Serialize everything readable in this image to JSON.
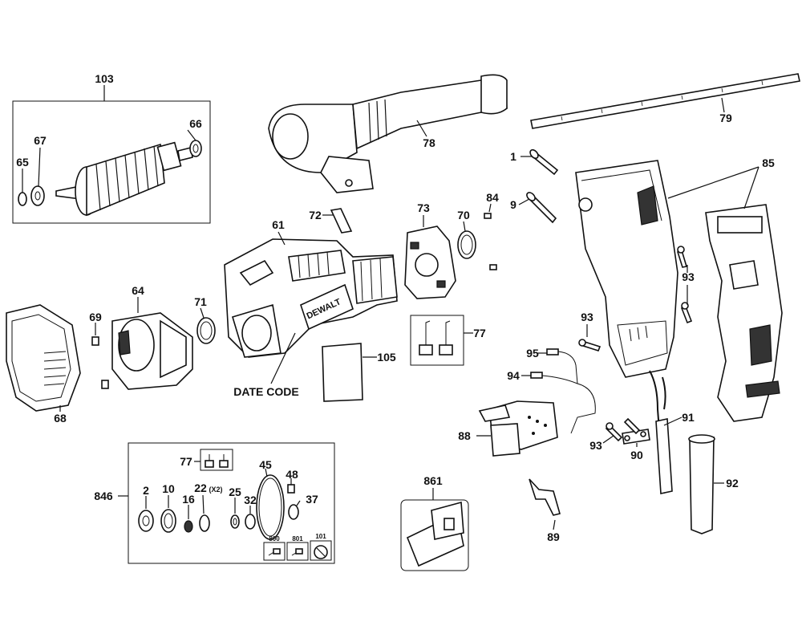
{
  "labels": {
    "p103": "103",
    "p67": "67",
    "p66": "66",
    "p65": "65",
    "p78": "78",
    "p79": "79",
    "p1": "1",
    "p9": "9",
    "p85": "85",
    "p84": "84",
    "p72": "72",
    "p73": "73",
    "p70": "70",
    "p61": "61",
    "p64": "64",
    "p69": "69",
    "p71": "71",
    "p68": "68",
    "p77": "77",
    "p105": "105",
    "date_code": "DATE CODE",
    "p93a": "93",
    "p93b": "93",
    "p93c": "93",
    "p95": "95",
    "p94": "94",
    "p88": "88",
    "p91": "91",
    "p90": "90",
    "p92": "92",
    "p89": "89",
    "p861": "861",
    "p846": "846",
    "k77": "77",
    "k45": "45",
    "k48": "48",
    "k37": "37",
    "k2": "2",
    "k10": "10",
    "k22": "22",
    "k22x": "(X2)",
    "k16": "16",
    "k25": "25",
    "k32": "32",
    "k800": "800",
    "k801": "801",
    "k101": "101",
    "brand": "DEWALT"
  }
}
